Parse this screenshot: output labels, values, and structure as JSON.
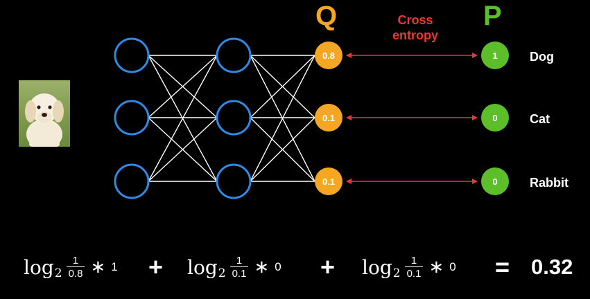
{
  "labels": {
    "q": "Q",
    "p": "P",
    "cross_entropy": [
      "Cross",
      "entropy"
    ]
  },
  "colors": {
    "node_outline": "#2f8ae6",
    "q_node": "#f5a623",
    "p_node": "#5cbf2a",
    "arrow": "#e53935",
    "q_letter": "#f5a623",
    "p_letter": "#5cbf2a"
  },
  "network": {
    "input_image": "puppy-photo",
    "layers": [
      3,
      3,
      3
    ],
    "q_values": [
      "0.8",
      "0.1",
      "0.1"
    ],
    "p_values": [
      "1",
      "0",
      "0"
    ],
    "classes": [
      "Dog",
      "Cat",
      "Rabbit"
    ]
  },
  "formula": {
    "log": "log",
    "base": "2",
    "terms": [
      {
        "num": "1",
        "den": "0.8",
        "mult": "1"
      },
      {
        "num": "1",
        "den": "0.1",
        "mult": "0"
      },
      {
        "num": "1",
        "den": "0.1",
        "mult": "0"
      }
    ],
    "plus": "+",
    "star": "∗",
    "equals": "=",
    "result": "0.32"
  }
}
